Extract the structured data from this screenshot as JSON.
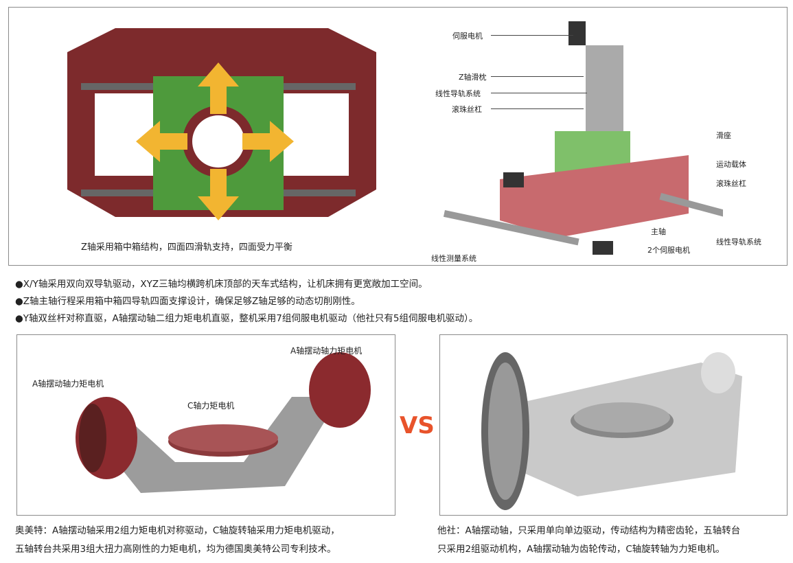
{
  "top_panel": {
    "caption": "Z轴采用箱中箱结构，四面四滑轨支持，四面受力平衡",
    "labels": [
      "伺服电机",
      "Z轴滑枕",
      "线性导轨系统",
      "滚珠丝杠",
      "滑座",
      "运动载体",
      "滚珠丝杠",
      "主轴",
      "线性导轨系统",
      "2个伺服电机",
      "线性测量系统"
    ]
  },
  "bullets": [
    "●X/Y轴采用双向双导轨驱动，XYZ三轴均横跨机床顶部的天车式结构，让机床拥有更宽敞加工空间。",
    "●Z轴主轴行程采用箱中箱四导轨四面支撑设计，确保足够Z轴足够的动态切削刚性。",
    "●Y轴双丝杆对称直驱，A轴摆动轴二组力矩电机直驱，整机采用7组伺服电机驱动（他社只有5组伺服电机驱动）。"
  ],
  "left_panel": {
    "labels": [
      "A轴摆动轴力矩电机",
      "A轴摆动轴力矩电机",
      "C轴力矩电机"
    ],
    "desc": [
      "奥美特：A轴摆动轴采用2组力矩电机对称驱动，C轴旋转轴采用力矩电机驱动，",
      "五轴转台共采用3组大扭力高刚性的力矩电机，均为德国奥美特公司专利技术。"
    ]
  },
  "vs_label": "VS",
  "right_panel": {
    "desc": [
      "他社：A轴摆动轴，只采用单向单边驱动，传动结构为精密齿轮，五轴转台",
      "只采用2组驱动机构，A轴摆动轴为齿轮传动，C轴旋转轴为力矩电机。"
    ]
  },
  "colors": {
    "accent": "#e8532b",
    "frame": "#8b2a2e",
    "green": "#6ab04c",
    "arrow": "#f2b531"
  }
}
